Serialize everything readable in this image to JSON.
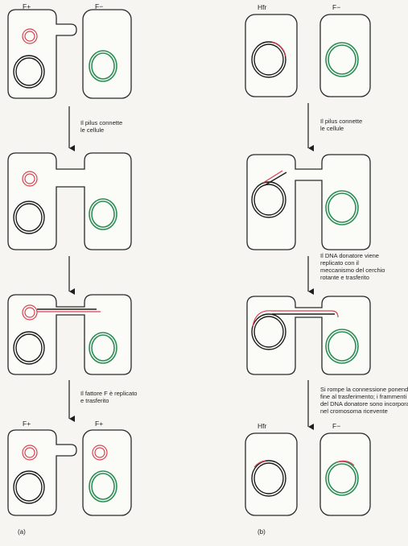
{
  "panels": {
    "a": {
      "label": "(a)",
      "headers": {
        "s1_left": "F+",
        "s1_right": "F−",
        "s4_left": "F+",
        "s4_right": "F+"
      },
      "steps": {
        "pilus": [
          "Il pilus connette",
          "le cellule"
        ],
        "replicated": [
          "Il fattore F è replicato",
          "e trasferito"
        ]
      }
    },
    "b": {
      "label": "(b)",
      "headers": {
        "s1_left": "Hfr",
        "s1_right": "F−",
        "s4_left": "Hfr",
        "s4_right": "F−"
      },
      "steps": {
        "pilus": [
          "Il pilus connette",
          "le cellule"
        ],
        "dna": [
          "Il DNA donatore viene",
          "replicato con il",
          "meccanismo del cerchio",
          "rotante e trasferito"
        ],
        "break": [
          "Si rompe la connessione ponendo",
          "fine al trasferimento; i frammenti",
          "del DNA donatore sono incorporati",
          "nel cromosoma ricevente"
        ]
      }
    }
  },
  "colors": {
    "plasmid_red": "#d9414f",
    "recipient_green": "#2e8d57",
    "outline": "#1e1e1e"
  }
}
